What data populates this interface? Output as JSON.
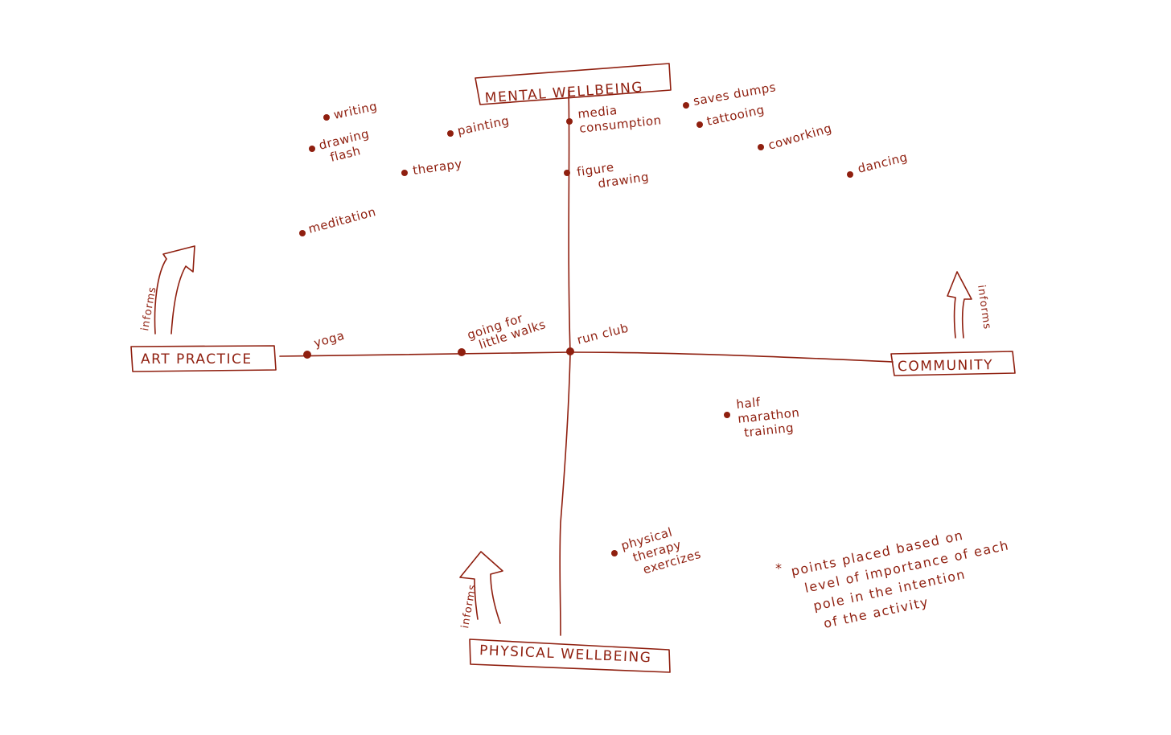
{
  "colors": {
    "ink": "#8f1f0f",
    "background": "#ffffff"
  },
  "axes": {
    "top": "MENTAL WELLBEING",
    "bottom": "PHYSICAL WELLBEING",
    "left": "ART PRACTICE",
    "right": "COMMUNITY"
  },
  "arrows": {
    "left_informs": "informs",
    "right_informs": "informs",
    "bottom_informs": "informs"
  },
  "points": {
    "writing": [
      "writing"
    ],
    "drawing_flash": [
      "drawing",
      "flash"
    ],
    "painting": [
      "painting"
    ],
    "therapy": [
      "therapy"
    ],
    "meditation": [
      "meditation"
    ],
    "media_consumption": [
      "media",
      "consumption"
    ],
    "figure_drawing": [
      "figure",
      "drawing"
    ],
    "saves_dumps": [
      "saves dumps"
    ],
    "tattooing": [
      "tattooing"
    ],
    "coworking": [
      "coworking"
    ],
    "dancing": [
      "dancing"
    ],
    "yoga": [
      "yoga"
    ],
    "going_for_little_walks": [
      "going for",
      "little walks"
    ],
    "run_club": [
      "run club"
    ],
    "half_marathon_training": [
      "half",
      "marathon",
      "training"
    ],
    "physical_therapy_exercises": [
      "physical",
      "therapy",
      "exercizes"
    ]
  },
  "note": {
    "asterisk": "*",
    "lines": [
      "points placed based on",
      "level of importance of each",
      "pole in the intention",
      "of the activity"
    ]
  }
}
